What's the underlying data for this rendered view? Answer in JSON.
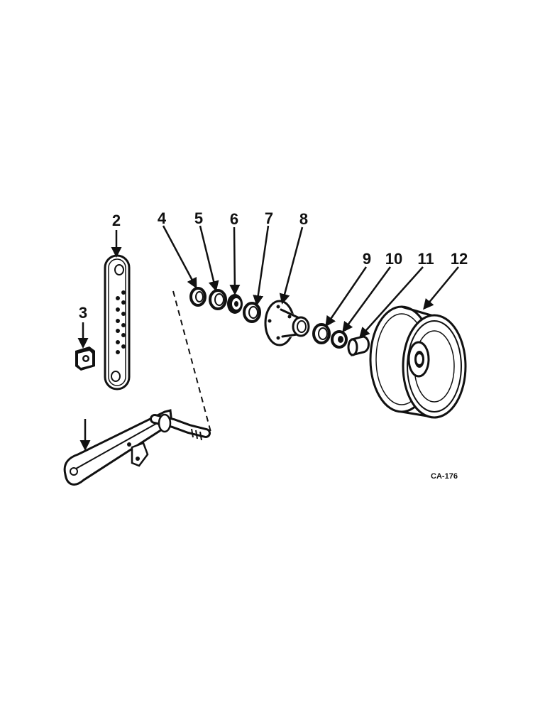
{
  "diagram": {
    "callouts": [
      {
        "id": "1",
        "label": ""
      },
      {
        "id": "2",
        "label": "2"
      },
      {
        "id": "3",
        "label": "3"
      },
      {
        "id": "4",
        "label": "4"
      },
      {
        "id": "5",
        "label": "5"
      },
      {
        "id": "6",
        "label": "6"
      },
      {
        "id": "7",
        "label": "7"
      },
      {
        "id": "8",
        "label": "8"
      },
      {
        "id": "9",
        "label": "9"
      },
      {
        "id": "10",
        "label": "10"
      },
      {
        "id": "11",
        "label": "11"
      },
      {
        "id": "12",
        "label": "12"
      }
    ],
    "figure_code": "CA-176"
  }
}
